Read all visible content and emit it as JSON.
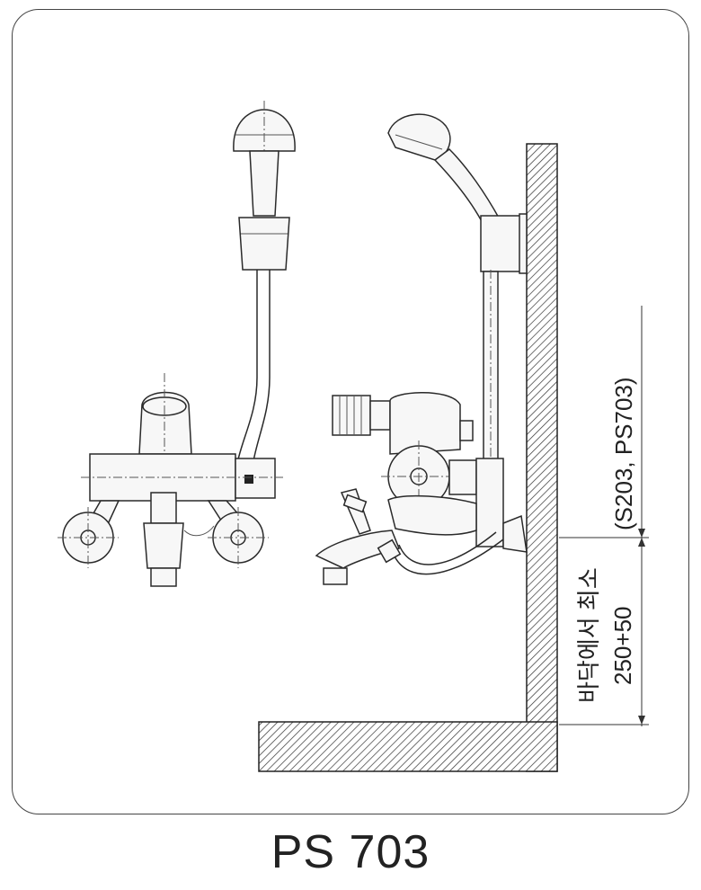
{
  "caption": "PS 703",
  "annotations": {
    "model_note": "(S203, PS703)",
    "floor_label": "바닥에서 최소",
    "floor_value": "250+50"
  }
}
